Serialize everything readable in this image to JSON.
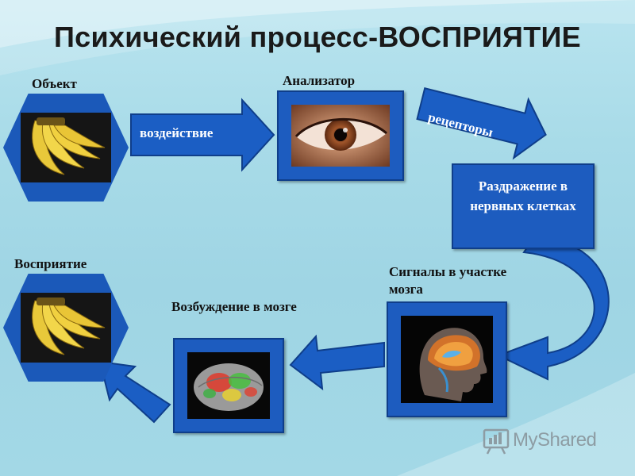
{
  "title": "Психический процесс-ВОСПРИЯТИЕ",
  "nodes": {
    "object_label": "Объект",
    "analyzer_label": "Анализатор",
    "irritation_text": "Раздражение в нервных клетках",
    "signals_label": "Сигналы в участке мозга",
    "excitation_label": "Возбуждение в мозге",
    "perception_label": "Восприятие"
  },
  "arrows": {
    "impact": "воздействие",
    "receptors": "рецепторы"
  },
  "watermark": "MyShared",
  "colors": {
    "node_blue": "#1d5cbf",
    "arrow_blue": "#1b5ec4",
    "background": "#a8dbe8"
  },
  "icons": [
    "banana-bunch-image",
    "eye-image",
    "head-brain-scan-image",
    "brain-activity-image",
    "myshared-logo-icon"
  ]
}
